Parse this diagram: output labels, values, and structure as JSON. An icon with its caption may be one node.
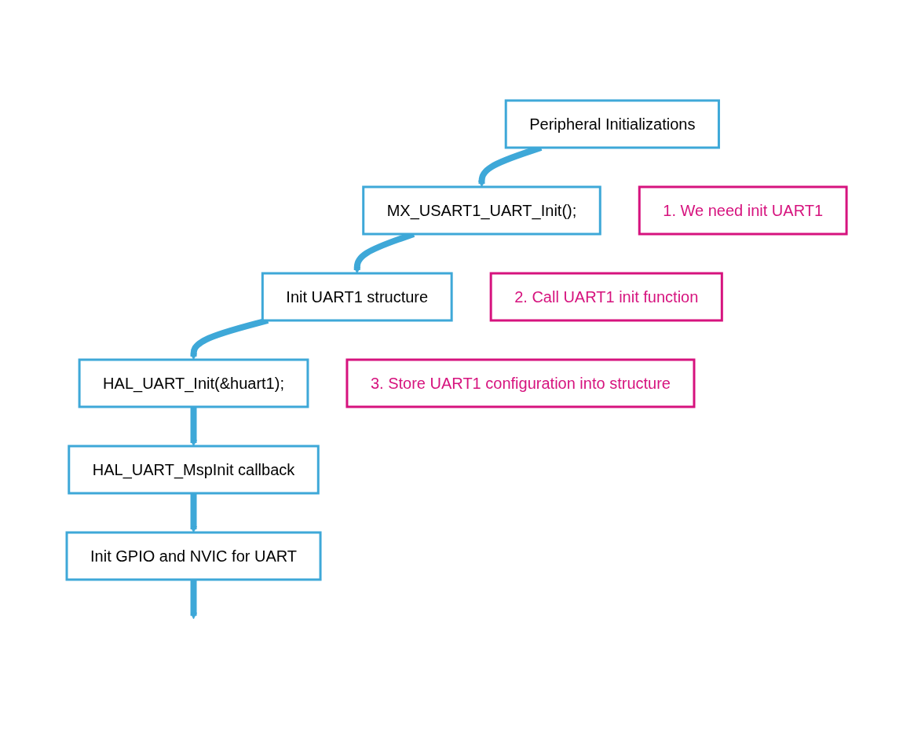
{
  "diagram": {
    "nodes": [
      {
        "text": [
          "Peripheral Initializations"
        ]
      },
      {
        "text": [
          "MX_USART1_UART_Init();"
        ]
      },
      {
        "text": [
          "Init UART1 structure"
        ]
      },
      {
        "text": [
          "HAL_UART_Init(&huart1);"
        ]
      },
      {
        "text": [
          "HAL_UART_MspInit callback"
        ]
      },
      {
        "text": [
          "Init GPIO and NVIC for UART"
        ]
      },
      {
        "text": [
          "1. We need init UART1"
        ]
      },
      {
        "text": [
          "2. Call UART1 init function"
        ]
      },
      {
        "text": [
          "3. Store UART1 configuration into structure"
        ]
      }
    ],
    "edges": [
      {
        "from": 0,
        "to": 1,
        "arrow": "to"
      },
      {
        "from": 1,
        "to": 2,
        "arrow": "to"
      },
      {
        "from": 2,
        "to": 3,
        "arrow": "to"
      },
      {
        "from": 3,
        "to": 4,
        "arrow": "to"
      },
      {
        "from": 4,
        "to": 5,
        "arrow": "to"
      },
      {
        "from": 5,
        "to": null,
        "arrow": "to"
      }
    ]
  }
}
